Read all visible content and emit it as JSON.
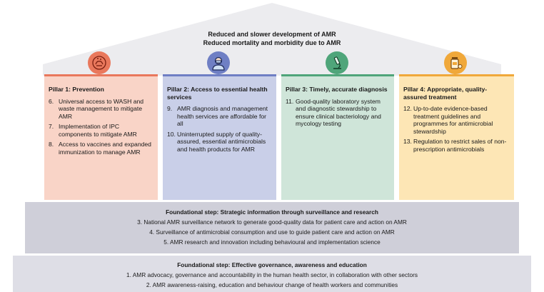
{
  "roof": {
    "line1": "Reduced and slower development of AMR",
    "line2": "Reduced mortality and morbidity due to AMR"
  },
  "colors": {
    "roof": "#ececef",
    "pillar1": "#f9d4c7",
    "pillar1_accent": "#e9785c",
    "pillar2": "#c9cfe8",
    "pillar2_accent": "#6f7fc4",
    "pillar3": "#cfe5d9",
    "pillar3_accent": "#4fa57a",
    "pillar4": "#fde6b5",
    "pillar4_accent": "#f0a83a",
    "step_dark": "#cfcfd9",
    "step_light": "#dedee6"
  },
  "pillars": [
    {
      "title": "Pillar 1: Prevention",
      "icon": "hand-washing-icon",
      "items": [
        {
          "num": "6.",
          "text": "Universal access to WASH and waste management to mitigate AMR"
        },
        {
          "num": "7.",
          "text": "Implementation of IPC components to mitigate AMR"
        },
        {
          "num": "8.",
          "text": "Access to vaccines and expanded immunization to manage AMR"
        }
      ]
    },
    {
      "title": "Pillar 2: Access to essential health services",
      "icon": "health-worker-icon",
      "items": [
        {
          "num": "9.",
          "text": "AMR diagnosis and management health services are affordable for all"
        },
        {
          "num": "10.",
          "text": "Uninterrupted supply of quality-assured, essential antimicrobials and health products for AMR"
        }
      ]
    },
    {
      "title": "Pillar 3: Timely, accurate diagnosis",
      "icon": "microscope-icon",
      "items": [
        {
          "num": "11.",
          "text": "Good-quality laboratory system and diagnostic stewardship to ensure clinical bacteriology and mycology testing"
        }
      ]
    },
    {
      "title": "Pillar 4: Appropriate, quality-assured treatment",
      "icon": "medicine-bottle-icon",
      "items": [
        {
          "num": "12.",
          "text": "Up-to-date evidence-based treatment guidelines and programmes for antimicrobial stewardship"
        },
        {
          "num": "13.",
          "text": "Regulation to restrict sales of non-prescription antimicrobials"
        }
      ]
    }
  ],
  "foundation1": {
    "title": "Foundational step: Strategic information through surveillance and research",
    "items": [
      "3. National AMR surveillance network to generate good-quality data for patient care and action on AMR",
      "4. Surveillance of antimicrobial consumption and use to guide patient care and action on AMR",
      "5. AMR research and innovation including behavioural and implementation science"
    ]
  },
  "foundation2": {
    "title": "Foundational step: Effective governance, awareness and education",
    "items": [
      "1. AMR advocacy, governance and accountability in the human health sector, in collaboration with other sectors",
      "2. AMR awareness-raising, education and behaviour change of health workers and communities"
    ]
  }
}
